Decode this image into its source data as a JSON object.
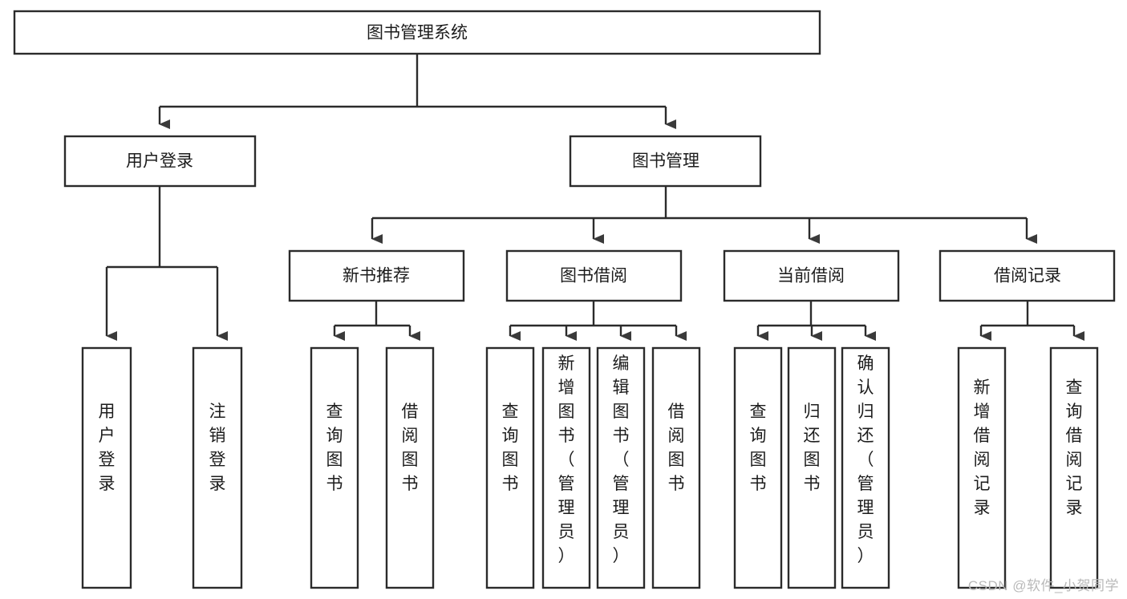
{
  "diagram": {
    "type": "tree",
    "orientation": "top-down",
    "title_node": "图书管理系统",
    "watermark": "CSDN @软件_小贺同学",
    "colors": {
      "box_fill": "#ffffff",
      "box_stroke": "#2b2b2b",
      "text": "#1c1c1c",
      "arrow": "#3a3a3a",
      "watermark": "#b9b9b9",
      "background": "#ffffff"
    },
    "levels": [
      {
        "level": 0,
        "nodes": [
          {
            "id": "root",
            "label": "图书管理系统",
            "orientation": "horizontal"
          }
        ]
      },
      {
        "level": 1,
        "nodes": [
          {
            "id": "user-login",
            "label": "用户登录",
            "orientation": "horizontal",
            "parent": "root"
          },
          {
            "id": "book-manage",
            "label": "图书管理",
            "orientation": "horizontal",
            "parent": "root"
          }
        ]
      },
      {
        "level": 2,
        "nodes": [
          {
            "id": "new-book-rec",
            "label": "新书推荐",
            "orientation": "horizontal",
            "parent": "book-manage"
          },
          {
            "id": "book-borrow",
            "label": "图书借阅",
            "orientation": "horizontal",
            "parent": "book-manage"
          },
          {
            "id": "current-borrow",
            "label": "当前借阅",
            "orientation": "horizontal",
            "parent": "book-manage"
          },
          {
            "id": "borrow-record",
            "label": "借阅记录",
            "orientation": "horizontal",
            "parent": "book-manage"
          }
        ]
      },
      {
        "level": 3,
        "nodes": [
          {
            "id": "leaf-user-login",
            "label": "用户登录",
            "orientation": "vertical",
            "parent": "user-login"
          },
          {
            "id": "leaf-logout",
            "label": "注销登录",
            "orientation": "vertical",
            "parent": "user-login"
          },
          {
            "id": "leaf-query-book-1",
            "label": "查询图书",
            "orientation": "vertical",
            "parent": "new-book-rec"
          },
          {
            "id": "leaf-borrow-book-1",
            "label": "借阅图书",
            "orientation": "vertical",
            "parent": "new-book-rec"
          },
          {
            "id": "leaf-query-book-2",
            "label": "查询图书",
            "orientation": "vertical",
            "parent": "book-borrow"
          },
          {
            "id": "leaf-add-book",
            "label": "新增图书（管理员）",
            "orientation": "vertical",
            "parent": "book-borrow"
          },
          {
            "id": "leaf-edit-book",
            "label": "编辑图书（管理员）",
            "orientation": "vertical",
            "parent": "book-borrow"
          },
          {
            "id": "leaf-borrow-book-2",
            "label": "借阅图书",
            "orientation": "vertical",
            "parent": "book-borrow"
          },
          {
            "id": "leaf-query-book-3",
            "label": "查询图书",
            "orientation": "vertical",
            "parent": "current-borrow"
          },
          {
            "id": "leaf-return-book",
            "label": "归还图书",
            "orientation": "vertical",
            "parent": "current-borrow"
          },
          {
            "id": "leaf-confirm-return",
            "label": "确认归还（管理员）",
            "orientation": "vertical",
            "parent": "current-borrow"
          },
          {
            "id": "leaf-add-record",
            "label": "新增借阅记录",
            "orientation": "vertical",
            "parent": "borrow-record"
          },
          {
            "id": "leaf-query-record",
            "label": "查询借阅记录",
            "orientation": "vertical",
            "parent": "borrow-record"
          }
        ]
      }
    ]
  }
}
